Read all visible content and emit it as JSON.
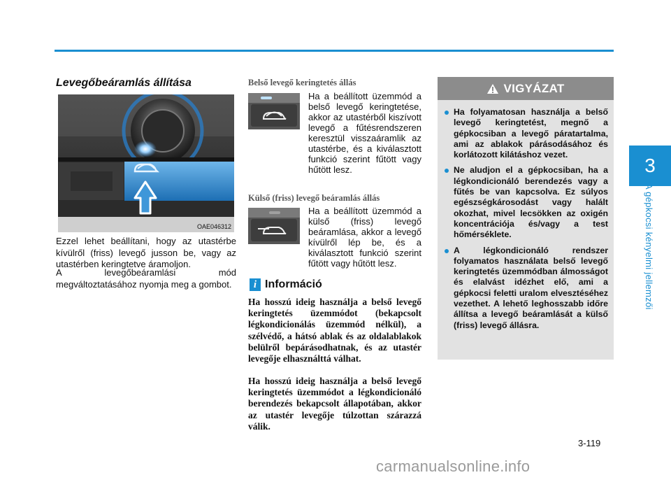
{
  "chapter": {
    "number": "3",
    "title": "A gépkocsi kényelmi jellemzői"
  },
  "left": {
    "heading": "Levegőbeáramlás állítása",
    "image_caption": "OAE046312",
    "para1": "Ezzel lehet beállítani, hogy az utastérbe kívülről (friss) levegő jusson be, vagy az utastérben keringtetve áramoljon.",
    "para2": "A levegőbeáramlási mód megváltoztatásához nyomja meg a gombot."
  },
  "middle": {
    "recirc_heading": "Belső levegő keringtetés állás",
    "recirc_text": "Ha a beállított üzemmód a belső levegő keringtetése, akkor az utastérből kiszívott levegő a fűtésrendszeren keresztül visszaáramlik az utastérbe, és a kiválasztott funkció szerint fűtött vagy hűtött lesz.",
    "fresh_heading": "Külső (friss) levegő beáramlás állás",
    "fresh_text": "Ha a beállított üzemmód a külső (friss) levegő beáramlása, akkor a levegő kívülről lép be, és a kiválasztott funkció szerint fűtött vagy hűtött lesz.",
    "info_icon": "i",
    "info_title": "Információ",
    "info_para1": "Ha hosszú ideig használja a belső levegő keringtetés üzemmódot (bekapcsolt légkondicionálás üzemmód nélkül), a szélvédő, a hátsó ablak és az oldalablakok belülről bepárásodhatnak, és az utastér levegője elhasználttá válhat.",
    "info_para2": "Ha hosszú ideig használja a belső levegő keringtetés üzemmódot a légkondicionáló berendezés bekapcsolt állapotában, akkor az utastér levegője túlzottan szárazzá válik."
  },
  "warning": {
    "title": "VIGYÁZAT",
    "items": [
      "Ha folyamatosan használja a belső levegő keringtetést, megnő a gépkocsiban a levegő páratartalma, ami az ablakok párásodásához és korlátozott kilátáshoz vezet.",
      "Ne aludjon el a gépkocsiban, ha a légkondicionáló berendezés vagy a fűtés be van kapcsolva. Ez súlyos egészségkárosodást vagy halált okozhat, mivel lecsökken az oxigén koncentrációja és/vagy a test hőmérséklete.",
      "A légkondicionáló rendszer folyamatos használata belső levegő keringtetés üzemmódban álmosságot és elalvást idézhet elő, ami a gépkocsi feletti uralom elvesztéséhez vezethet. A lehető leghosszabb időre állítsa a levegő beáramlását a külső (friss) levegő állásra."
    ]
  },
  "footer": {
    "page_number": "3-119",
    "watermark": "carmanualsonline.info"
  },
  "colors": {
    "accent": "#1a8fd1",
    "warning_header": "#8c8c8c",
    "warning_body": "#e2e2e2"
  }
}
